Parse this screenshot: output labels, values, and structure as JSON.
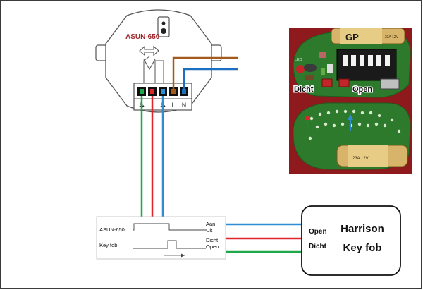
{
  "module": {
    "title": "ASUN-650",
    "terminals": [
      "⇆",
      "↓",
      "⇆",
      "L",
      "N"
    ]
  },
  "photo": {
    "battery_brand": "GP",
    "battery_text": "23A 12V",
    "battery_text_2": "23A 12V",
    "led_label": "LED",
    "button_close": "Dicht",
    "button_open": "Open"
  },
  "timing": {
    "row1_name": "ASUN-650",
    "row1_high": "Aan",
    "row1_low": "Uit",
    "row2_name": "Key fob",
    "row2_high": "Dicht",
    "row2_low": "Open"
  },
  "keyfob_box": {
    "title_line1": "Harrison",
    "title_line2": "Key fob",
    "input_open": "Open",
    "input_close": "Dicht"
  },
  "colors": {
    "wire_green": "#1fa84a",
    "wire_red": "#e0262a",
    "wire_blue": "#2f8ed3",
    "wire_brown": "#a45a1c",
    "wire_dark_blue": "#1f6fc0",
    "photo_bg": "#8e1a1e",
    "pcb": "#2d7a2d"
  }
}
